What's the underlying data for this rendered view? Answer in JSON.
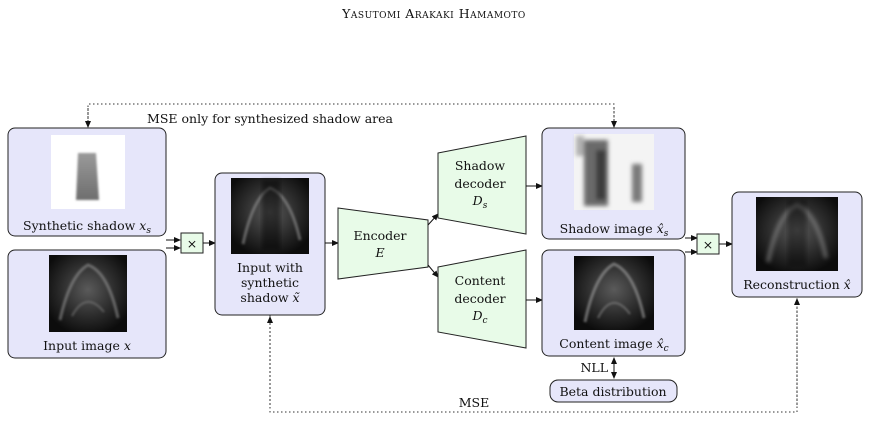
{
  "header": {
    "running_title": "Yasutomi Arakaki Hamamoto"
  },
  "losses": {
    "top_label": "MSE only for synthesized shadow area",
    "bottom_label": "MSE",
    "nll_label": "NLL"
  },
  "nodes": {
    "synthetic_shadow": {
      "label": "Synthetic shadow ",
      "symbol": "x",
      "subscript": "s"
    },
    "input_image": {
      "label": "Input image ",
      "symbol": "x"
    },
    "multiply_1": {
      "symbol": "×"
    },
    "input_with_shadow": {
      "line1": "Input with",
      "line2": "synthetic",
      "line3": "shadow ",
      "symbol": "x̃"
    },
    "encoder": {
      "line1": "Encoder",
      "line2": "E"
    },
    "shadow_decoder": {
      "line1": "Shadow",
      "line2": "decoder",
      "symbol": "D",
      "subscript": "s"
    },
    "content_decoder": {
      "line1": "Content",
      "line2": "decoder",
      "symbol": "D",
      "subscript": "c"
    },
    "shadow_image": {
      "label": "Shadow image ",
      "symbol": "x̂",
      "subscript": "s"
    },
    "content_image": {
      "label": "Content image ",
      "symbol": "x̂",
      "subscript": "c"
    },
    "multiply_2": {
      "symbol": "×"
    },
    "reconstruction": {
      "label": "Reconstruction ",
      "symbol": "x̂"
    },
    "beta": {
      "label": "Beta distribution"
    }
  },
  "colors": {
    "box_fill": "#e6e6fa",
    "decoder_fill": "#e8fbe8",
    "stroke": "#222222"
  }
}
